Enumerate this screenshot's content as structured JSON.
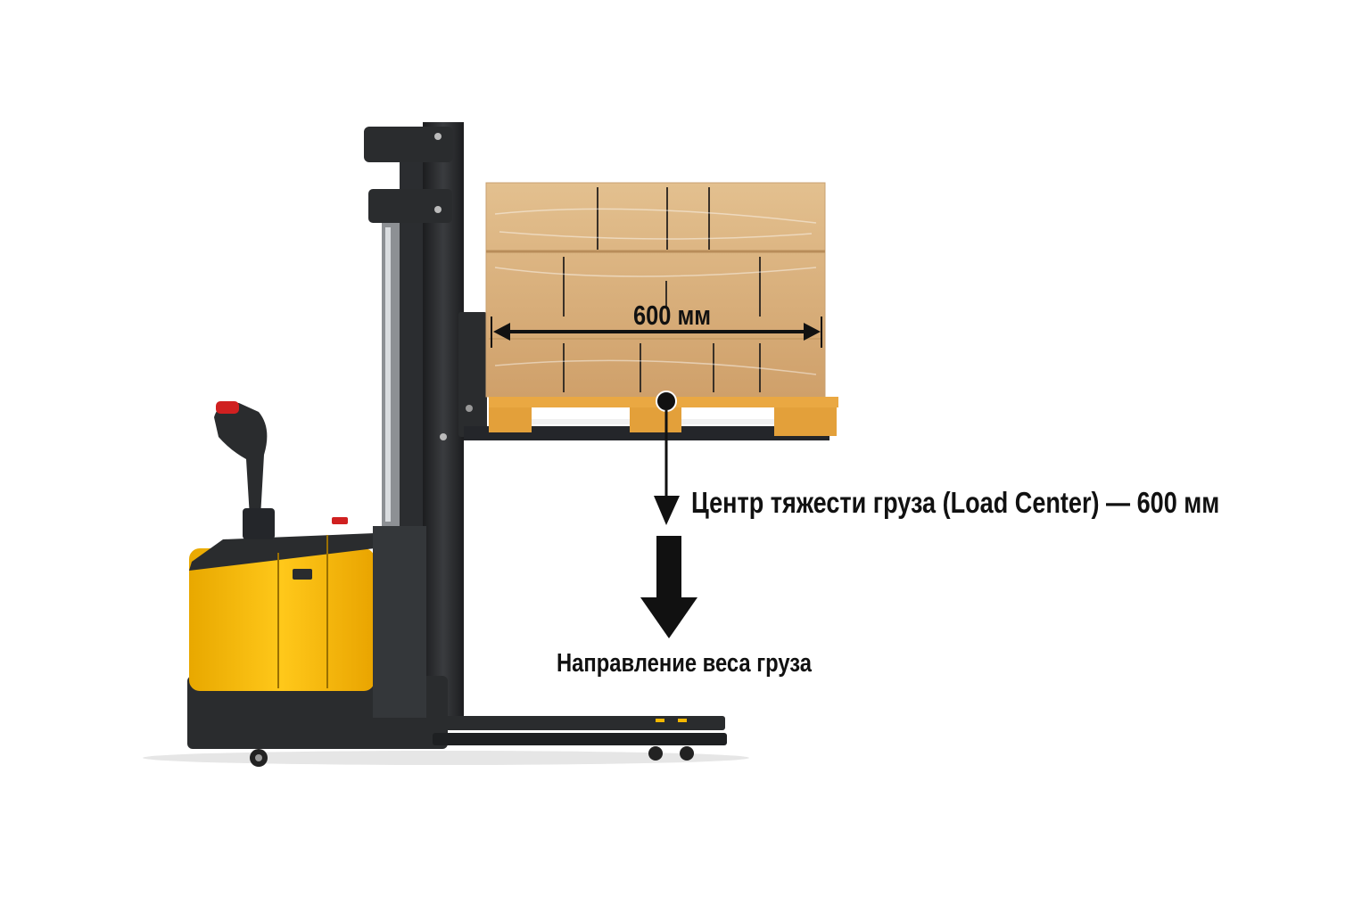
{
  "diagram": {
    "dimension_label": "600 мм",
    "load_center_label": "Центр тяжести груза (Load Center) — 600 мм",
    "weight_direction_label": "Направление веса груза"
  },
  "colors": {
    "body_yellow": "#f5b800",
    "frame_dark": "#2a2c2e",
    "cardboard": "#d9b07a",
    "pallet_wood": "#e8a83e",
    "arrow": "#111111"
  }
}
